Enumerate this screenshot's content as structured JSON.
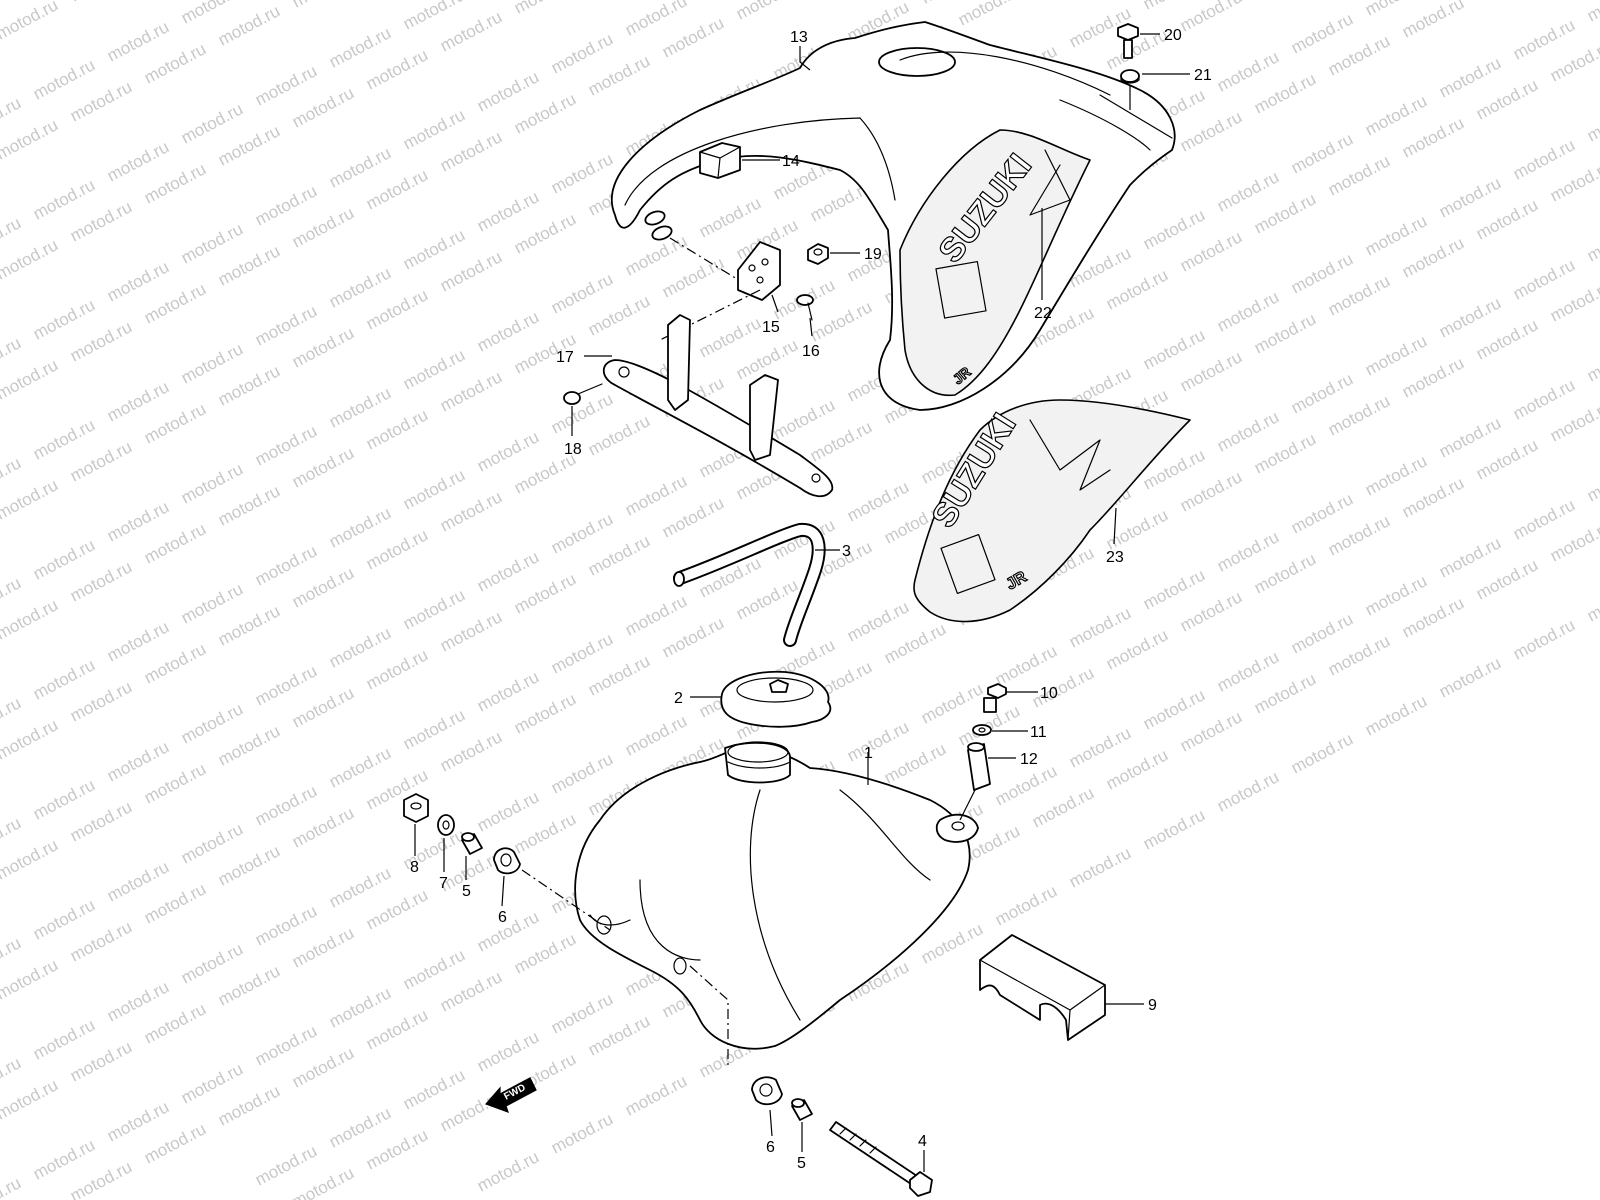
{
  "watermark": {
    "text": "motod.ru"
  },
  "parts": [
    {
      "id": "1",
      "label": "1"
    },
    {
      "id": "2",
      "label": "2"
    },
    {
      "id": "3",
      "label": "3"
    },
    {
      "id": "4",
      "label": "4"
    },
    {
      "id": "5a",
      "label": "5"
    },
    {
      "id": "5b",
      "label": "5"
    },
    {
      "id": "6a",
      "label": "6"
    },
    {
      "id": "6b",
      "label": "6"
    },
    {
      "id": "7",
      "label": "7"
    },
    {
      "id": "8",
      "label": "8"
    },
    {
      "id": "9",
      "label": "9"
    },
    {
      "id": "10",
      "label": "10"
    },
    {
      "id": "11",
      "label": "11"
    },
    {
      "id": "12",
      "label": "12"
    },
    {
      "id": "13",
      "label": "13"
    },
    {
      "id": "14",
      "label": "14"
    },
    {
      "id": "15",
      "label": "15"
    },
    {
      "id": "16",
      "label": "16"
    },
    {
      "id": "17",
      "label": "17"
    },
    {
      "id": "18",
      "label": "18"
    },
    {
      "id": "19",
      "label": "19"
    },
    {
      "id": "20",
      "label": "20"
    },
    {
      "id": "21",
      "label": "21"
    },
    {
      "id": "22",
      "label": "22"
    },
    {
      "id": "23",
      "label": "23"
    }
  ],
  "decals": {
    "brand": "SUZUKI",
    "model_mark": "JR"
  },
  "fwd_arrow": {
    "label": "FWD"
  }
}
